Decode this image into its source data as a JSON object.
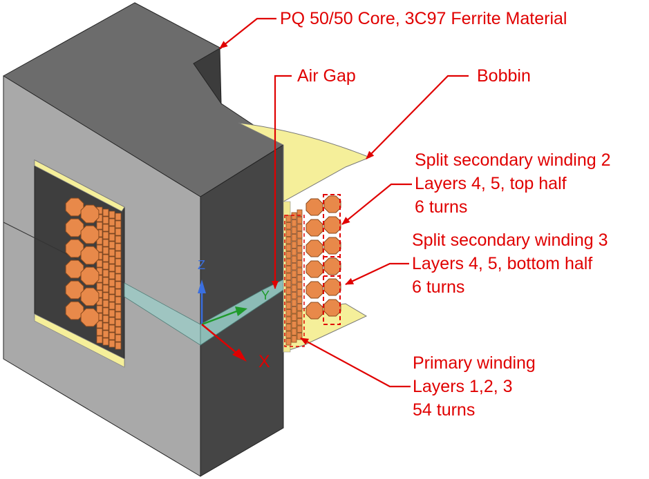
{
  "colors": {
    "annotation": "#e00000",
    "core_front": "#a8a8a8",
    "core_dark": "#454545",
    "bobbin": "#f5ef9a",
    "copper": "#e8894a",
    "gap": "#9fc9c4"
  },
  "labels": {
    "core": "PQ 50/50 Core, 3C97 Ferrite Material",
    "air_gap": "Air Gap",
    "bobbin": "Bobbin",
    "sec2": {
      "line1": "Split secondary winding 2",
      "line2": "Layers 4, 5, top half",
      "line3": "6 turns"
    },
    "sec3": {
      "line1": "Split secondary winding 3",
      "line2": "Layers 4, 5, bottom half",
      "line3": "6 turns"
    },
    "primary": {
      "line1": "Primary winding",
      "line2": "Layers 1,2, 3",
      "line3": "54 turns"
    }
  },
  "axes": {
    "x": "X",
    "y": "Y",
    "z": "Z"
  }
}
